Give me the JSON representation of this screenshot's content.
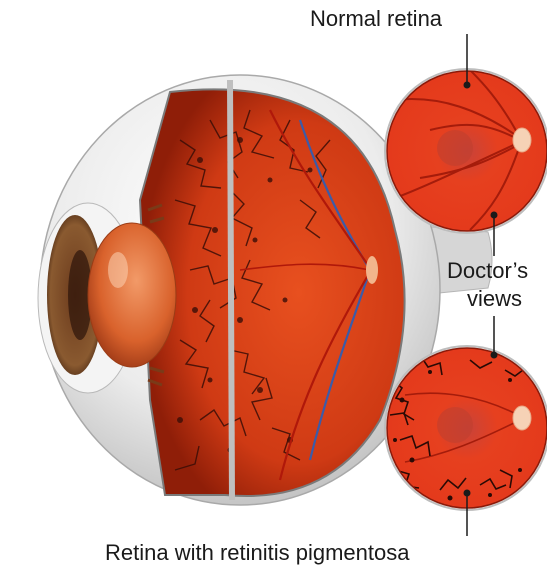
{
  "labels": {
    "normal_retina": "Normal retina",
    "doctors_views_line1": "Doctor’s",
    "doctors_views_line2": "views",
    "retina_rp": "Retina with retinitis pigmentosa"
  },
  "colors": {
    "background": "#ffffff",
    "fundus": "#e2391d",
    "fundus_dark": "#a8200c",
    "pigment": "#3a0d08",
    "sclera": "#e6e6e6",
    "leader_line": "#1a1a1a"
  }
}
